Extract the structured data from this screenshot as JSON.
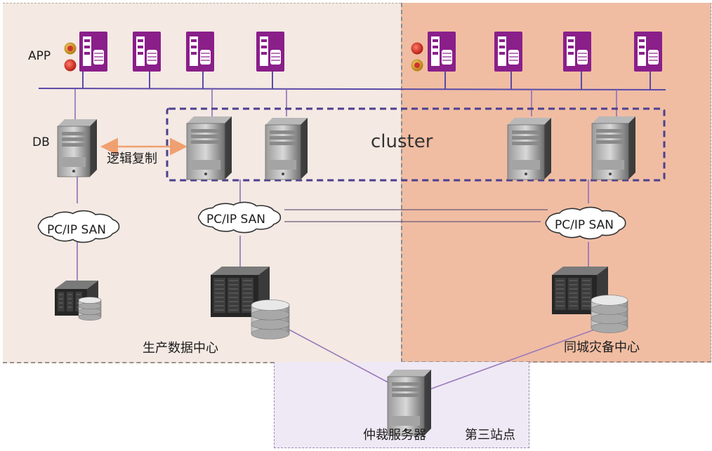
{
  "labels": {
    "app": "APP",
    "db": "DB",
    "cluster": "cluster",
    "replication": "逻辑复制",
    "san_left": "PC/IP SAN",
    "san_mid": "PC/IP SAN",
    "san_right": "PC/IP SAN",
    "prod_center": "生产数据中心",
    "dr_center": "同城灾备中心",
    "arbitration": "仲裁服务器",
    "third_site": "第三站点"
  },
  "colors": {
    "prod_bg": "#f4e9e3",
    "dr_bg": "#f0bda3",
    "third_bg": "#efe9f6",
    "app_server": "#8a1f8a",
    "network_line": "#5a4aa8",
    "cluster_border": "#4b3f8f",
    "replication_arrow": "#f0a070",
    "link_line": "#9a7ab8"
  },
  "icons": {
    "status_lights": "traffic-light-icon",
    "app_server": "app-server-icon",
    "db_server": "tower-server-icon",
    "san": "cloud-icon",
    "storage": "storage-rack-icon"
  }
}
